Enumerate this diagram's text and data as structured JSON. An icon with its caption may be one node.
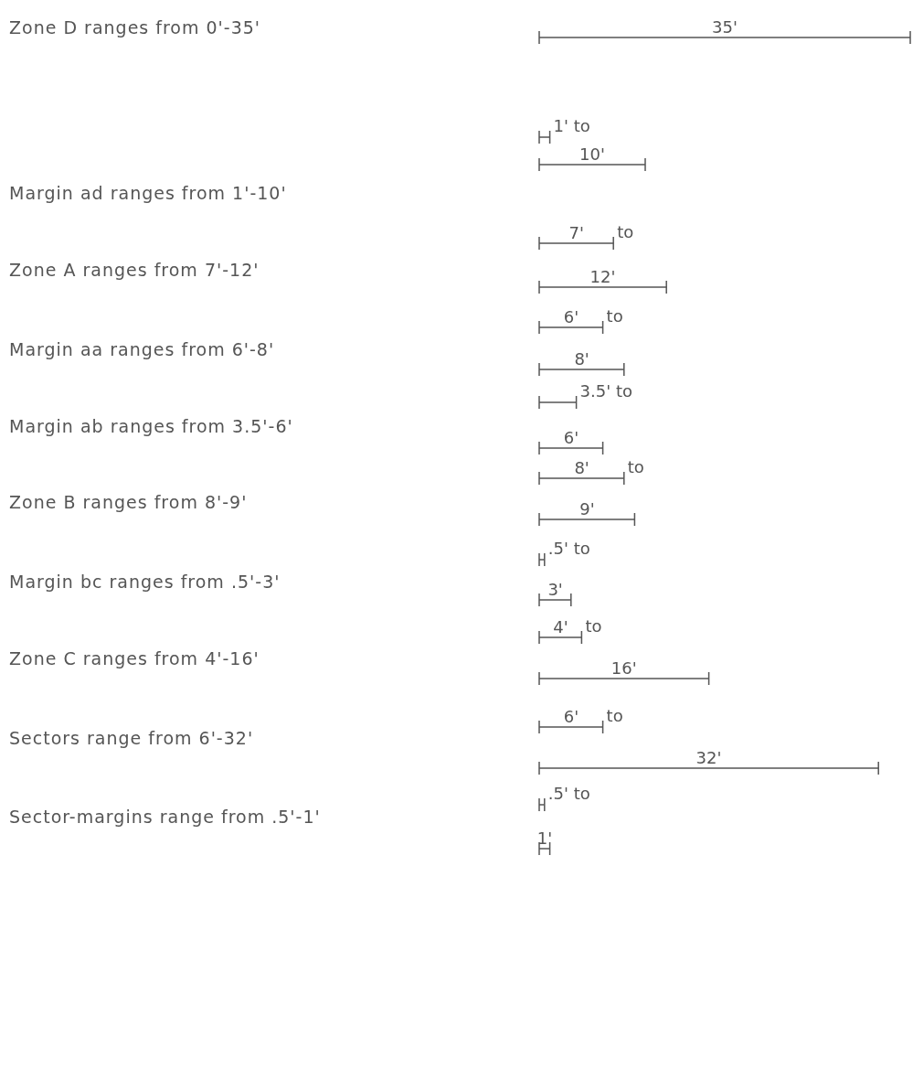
{
  "diagram": {
    "labels": [
      "Zone D ranges from 0'-35'",
      "35'",
      "Margin ad ranges from 1'-10'",
      "1' to",
      "10'",
      "Zone A ranges from 7'-12'",
      "7'",
      "to",
      "12'",
      "Margin aa ranges from 6'-8'",
      "6'",
      "to",
      "8'",
      "Margin ab ranges from 3.5'-6'",
      "3.5' to",
      "6'",
      "Zone B ranges from 8'-9'",
      "8'",
      "to",
      "9'",
      "Margin bc ranges from .5'-3'",
      ".5' to",
      "3'",
      "Zone C ranges from 4'-16'",
      "4'",
      "to",
      "16'",
      "Sectors range from 6'-32'",
      "6'",
      "to",
      "32'",
      "Sector-margins range from .5'-1'",
      ".5' to",
      "1'"
    ]
  }
}
